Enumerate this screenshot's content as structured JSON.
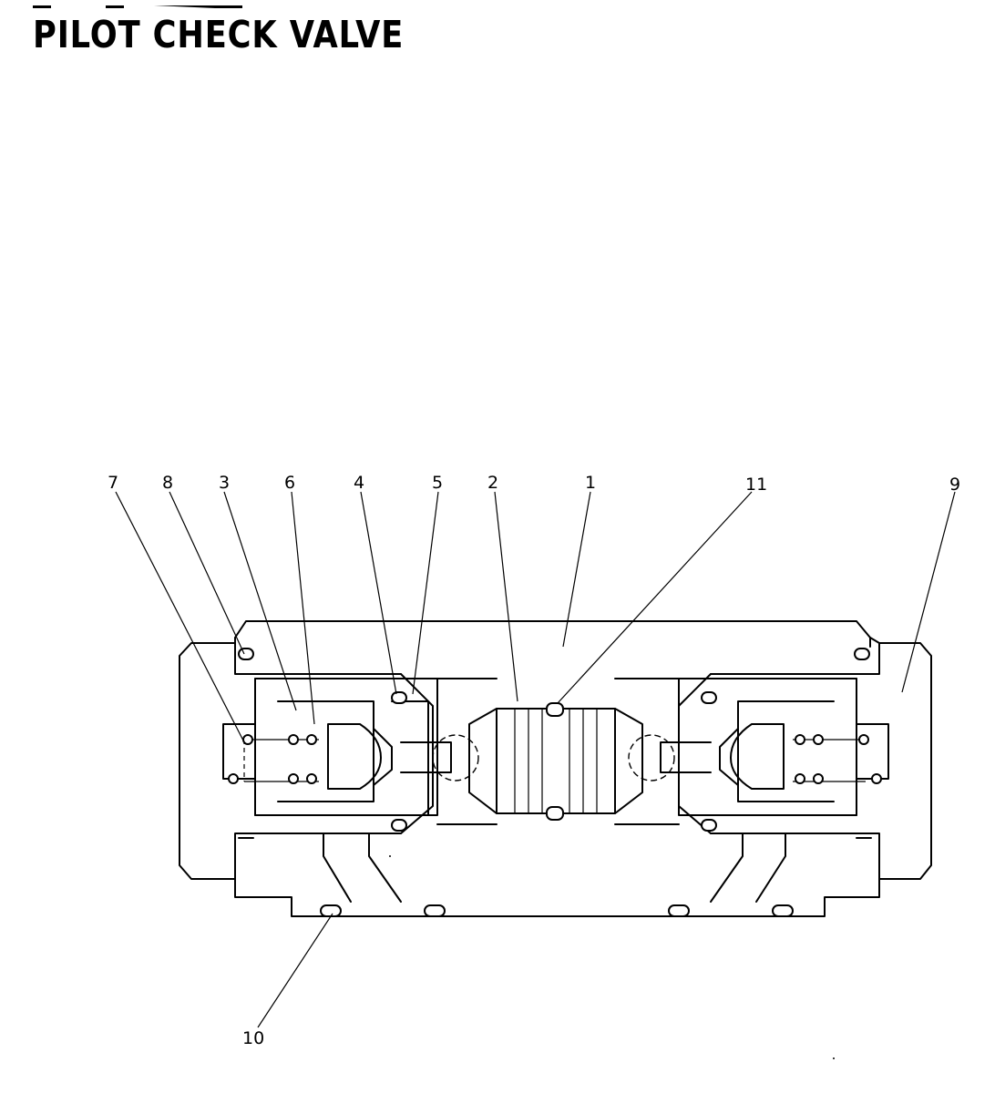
{
  "title": "PILOT CHECK VALVE",
  "part_labels": {
    "p7": "7",
    "p8": "8",
    "p3": "3",
    "p6": "6",
    "p4": "4",
    "p5": "5",
    "p2": "2",
    "p1": "1",
    "p11": "11",
    "p9": "9",
    "p10": "10"
  }
}
